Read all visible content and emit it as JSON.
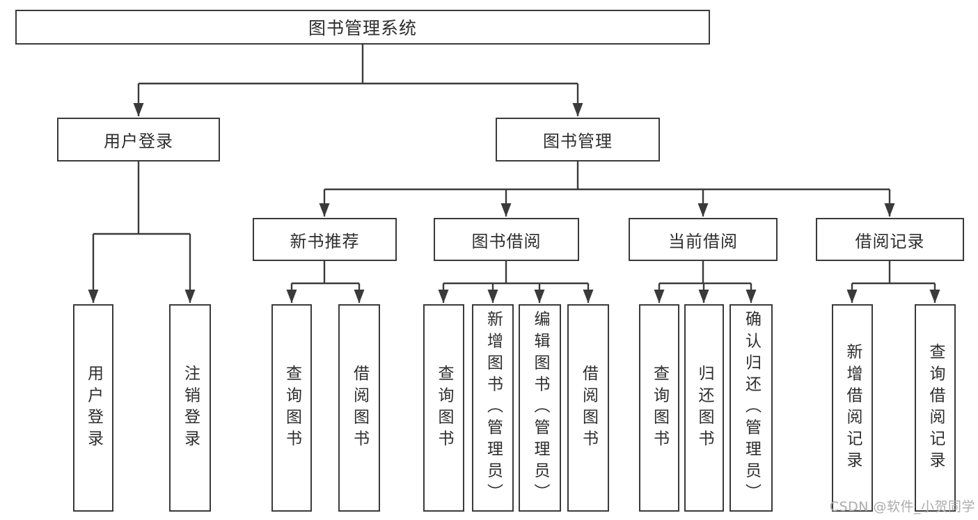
{
  "diagram": {
    "root": "图书管理系统",
    "level2": {
      "user_login": "用户登录",
      "book_management": "图书管理"
    },
    "level3": {
      "new_book_recommend": "新书推荐",
      "book_borrowing": "图书借阅",
      "current_borrowing": "当前借阅",
      "borrowing_records": "借阅记录"
    },
    "leaves": {
      "login_user_login": "用户登录",
      "login_logout": "注销登录",
      "recommend_query_books": "查询图书",
      "recommend_borrow_books": "借阅图书",
      "borrowing_query_books": "查询图书",
      "borrowing_add_books_admin": "新增图书（管理员）",
      "borrowing_edit_books_admin": "编辑图书（管理员）",
      "borrowing_borrow_books": "借阅图书",
      "current_query_books": "查询图书",
      "current_return_books": "归还图书",
      "current_confirm_return_admin": "确认归还（管理员）",
      "records_add_record": "新增借阅记录",
      "records_query_record": "查询借阅记录"
    }
  },
  "watermark": {
    "text": "CSDN @软件_小贺同学"
  },
  "colors": {
    "line": "#3a3a3a",
    "text": "#2d2d2d",
    "watermark": "#ababab",
    "bg": "#ffffff"
  }
}
